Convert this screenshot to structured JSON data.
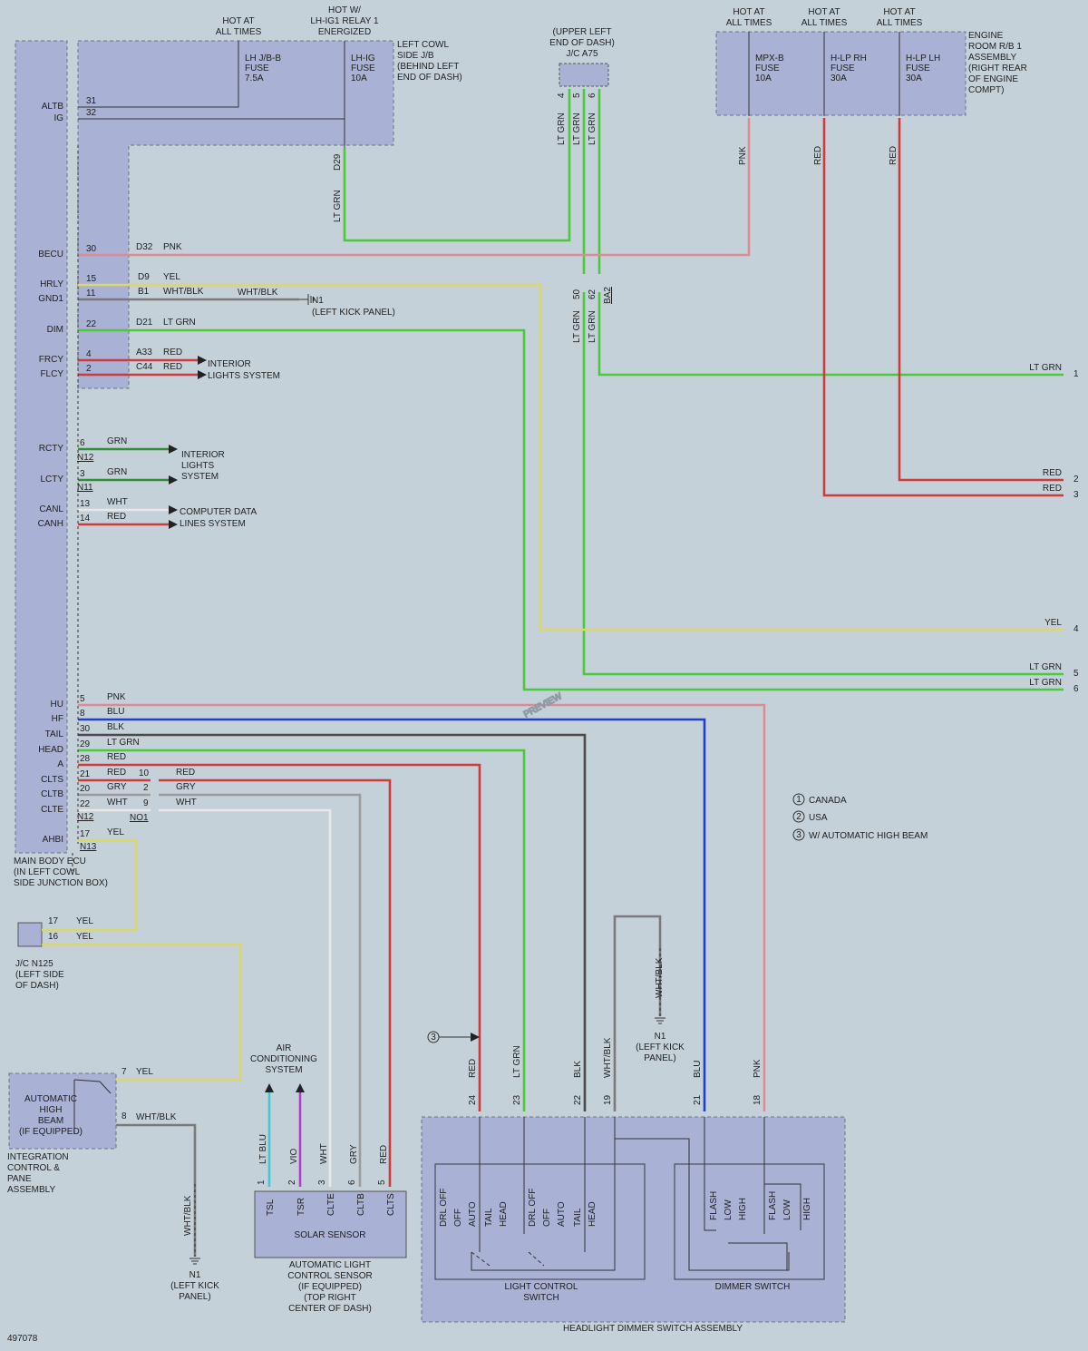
{
  "colors": {
    "lt_grn": "#4cc93a",
    "pnk": "#dc8b92",
    "yel": "#d8d86b",
    "red": "#cf3b3b",
    "grn": "#2f8f34",
    "blu": "#1f3fcf",
    "blk": "#4a4a4a",
    "gry": "#9c9c9c",
    "wht": "#e8e8e8",
    "whtblk": "#7a7a7a",
    "lt_blu": "#40c8d8",
    "vio": "#b040c8",
    "ecu_fill": "#a9b1d4"
  },
  "main_ecu": {
    "label": [
      "MAIN BODY ECU",
      "(IN LEFT COWL",
      "SIDE JUNCTION BOX)"
    ],
    "pins": [
      {
        "name": "ALTB",
        "num": "31"
      },
      {
        "name": "IG",
        "num": "32"
      },
      {
        "name": "BECU",
        "num": "30"
      },
      {
        "name": "HRLY",
        "num": "15"
      },
      {
        "name": "GND1",
        "num": "11"
      },
      {
        "name": "DIM",
        "num": "22"
      },
      {
        "name": "FRCY",
        "num": "4"
      },
      {
        "name": "FLCY",
        "num": "2"
      },
      {
        "name": "RCTY",
        "num": "6"
      },
      {
        "name": "LCTY",
        "num": "3"
      },
      {
        "name": "CANL",
        "num": "13"
      },
      {
        "name": "CANH",
        "num": "14"
      },
      {
        "name": "HU",
        "num": "5"
      },
      {
        "name": "HF",
        "num": "8"
      },
      {
        "name": "TAIL",
        "num": "30"
      },
      {
        "name": "HEAD",
        "num": "29"
      },
      {
        "name": "A",
        "num": "28"
      },
      {
        "name": "CLTS",
        "num": "21"
      },
      {
        "name": "CLTB",
        "num": "20"
      },
      {
        "name": "CLTE",
        "num": "22"
      },
      {
        "name": "AHBI",
        "num": "17"
      }
    ]
  },
  "cowl_jb": {
    "label": [
      "LEFT COWL",
      "SIDE J/B",
      "(BEHIND LEFT",
      "END OF DASH)"
    ],
    "hot1": [
      "HOT AT",
      "ALL TIMES"
    ],
    "hot2": [
      "HOT W/",
      "LH-IG1 RELAY 1",
      "ENERGIZED"
    ],
    "fuse1": [
      "LH J/B-B",
      "FUSE",
      "7.5A"
    ],
    "fuse2": [
      "LH-IG",
      "FUSE",
      "10A"
    ],
    "conn_d29": "D29"
  },
  "wire_labels": {
    "lt_grn": "LT GRN",
    "pnk": "PNK",
    "yel": "YEL",
    "wht_blk": "WHT/BLK",
    "red": "RED",
    "grn": "GRN",
    "wht": "WHT",
    "blu": "BLU",
    "blk": "BLK",
    "gry": "GRY",
    "lt_blu": "LT BLU",
    "vio": "VIO"
  },
  "connectors": {
    "d32": "D32",
    "d9": "D9",
    "b1": "B1",
    "d21": "D21",
    "a33": "A33",
    "c44": "C44",
    "n12": "N12",
    "n11": "N11",
    "n13": "N13",
    "no1": "NO1",
    "ba2": "BA2"
  },
  "interior_lights": [
    "INTERIOR",
    "LIGHTS SYSTEM"
  ],
  "interior_lights2": [
    "INTERIOR",
    "LIGHTS",
    "SYSTEM"
  ],
  "computer_data": [
    "COMPUTER DATA",
    "LINES SYSTEM"
  ],
  "ground_n1_kick": [
    "N1",
    "(LEFT KICK PANEL)"
  ],
  "jc_a75": {
    "label": [
      "(UPPER LEFT",
      "END OF DASH)",
      "J/C A75"
    ],
    "pins": [
      "4",
      "5",
      "6"
    ]
  },
  "jc_pins_lower": [
    "50",
    "62"
  ],
  "engine_rb": {
    "label": [
      "ENGINE",
      "ROOM R/B 1",
      "ASSEMBLY",
      "(RIGHT REAR",
      "OF ENGINE",
      "COMPT)"
    ],
    "hot": [
      "HOT AT",
      "ALL TIMES"
    ],
    "fuses": [
      [
        "MPX-B",
        "FUSE",
        "10A"
      ],
      [
        "H-LP RH",
        "FUSE",
        "30A"
      ],
      [
        "H-LP LH",
        "FUSE",
        "30A"
      ]
    ]
  },
  "right_outputs": [
    {
      "label": "LT GRN",
      "num": "1"
    },
    {
      "label": "RED",
      "num": "2"
    },
    {
      "label": "RED",
      "num": "3"
    },
    {
      "label": "YEL",
      "num": "4"
    },
    {
      "label": "LT GRN",
      "num": "5"
    },
    {
      "label": "LT GRN",
      "num": "6"
    }
  ],
  "ecu_lower_pins": [
    "5",
    "8",
    "30",
    "29",
    "28",
    "21",
    "20",
    "22",
    "17"
  ],
  "inline_pins": [
    "10",
    "2",
    "9"
  ],
  "legend": [
    {
      "num": "1",
      "text": "CANADA"
    },
    {
      "num": "2",
      "text": "USA"
    },
    {
      "num": "3",
      "text": "W/ AUTOMATIC HIGH BEAM"
    }
  ],
  "jc_n125": {
    "label": [
      "J/C N125",
      "(LEFT SIDE",
      "OF DASH)"
    ],
    "pins": [
      "17",
      "16"
    ]
  },
  "integration": {
    "box": [
      "AUTOMATIC",
      "HIGH",
      "BEAM",
      "(IF EQUIPPED)"
    ],
    "label": [
      "INTEGRATION",
      "CONTROL &",
      "PANE",
      "ASSEMBLY"
    ],
    "pins": [
      "7",
      "8"
    ]
  },
  "ground_n1_bottom": [
    "N1",
    "(LEFT KICK",
    "PANEL)"
  ],
  "ac_system": [
    "AIR",
    "CONDITIONING",
    "SYSTEM"
  ],
  "solar_sensor": {
    "title": "SOLAR SENSOR",
    "terms": [
      "TSL",
      "TSR",
      "CLTE",
      "CLTB",
      "CLTS"
    ],
    "pins": [
      "1",
      "2",
      "3",
      "6",
      "5"
    ],
    "label": [
      "AUTOMATIC LIGHT",
      "CONTROL SENSOR",
      "(IF EQUIPPED)",
      "(TOP RIGHT",
      "CENTER OF DASH)"
    ]
  },
  "headlight_assy": {
    "title": "HEADLIGHT DIMMER SWITCH ASSEMBLY",
    "pins": [
      "24",
      "23",
      "22",
      "19",
      "21",
      "18"
    ],
    "light_control": [
      "LIGHT CONTROL",
      "SWITCH"
    ],
    "dimmer": "DIMMER SWITCH",
    "lc_positions": [
      "DRL OFF",
      "OFF",
      "AUTO",
      "TAIL",
      "HEAD"
    ],
    "dim_positions": [
      "FLASH",
      "LOW",
      "HIGH"
    ]
  },
  "callout_3": "3",
  "watermark": "PREVIEW",
  "doc_number": "497078"
}
